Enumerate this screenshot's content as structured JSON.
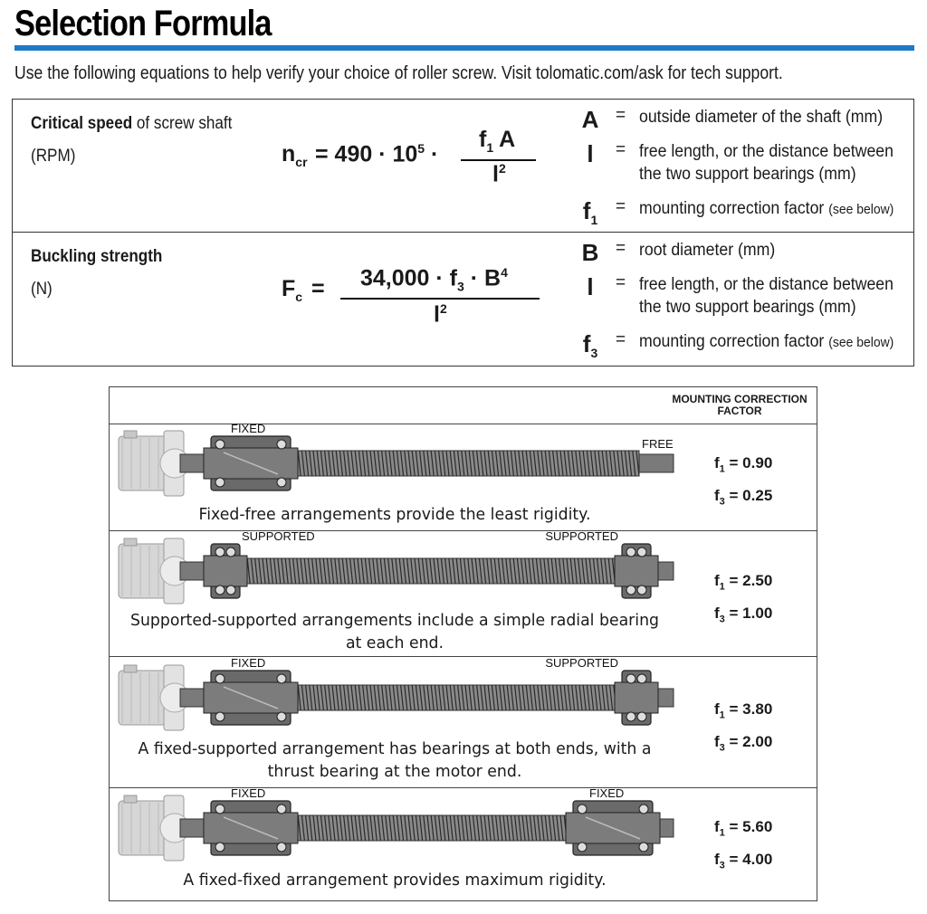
{
  "header": {
    "title": "Selection Formula",
    "intro": "Use the following equations to help verify your choice of roller screw. Visit tolomatic.com/ask for tech support."
  },
  "colors": {
    "accent_bar": "#1d7ac9",
    "shaft": "#555555",
    "motor": "#cccccc"
  },
  "formulas": [
    {
      "name_bold": "Critical speed",
      "name_rest": " of screw shaft",
      "unit": "(RPM)",
      "lhs": "n",
      "lhs_sub": "cr",
      "rhs_prefix": "= 490 · 10",
      "rhs_prefix_sup": "5",
      "rhs_dot": "·",
      "numerator_f": "f",
      "numerator_f_sub": "1",
      "numerator_rest": "A",
      "denominator": "l",
      "denominator_sup": "2",
      "definitions": [
        {
          "symbol": "A",
          "symbol_sub": "",
          "text": "outside diameter of the shaft (mm)",
          "note": ""
        },
        {
          "symbol": "l",
          "symbol_sub": "",
          "text": "free length, or the distance between the two support bearings (mm)",
          "note": ""
        },
        {
          "symbol": "f",
          "symbol_sub": "1",
          "text": "mounting correction factor",
          "note": "(see below)"
        }
      ]
    },
    {
      "name_bold": "Buckling strength",
      "name_rest": "",
      "unit": "(N)",
      "lhs": "F",
      "lhs_sub": "c",
      "rhs_prefix": "=",
      "numerator_a": "34,000 · f",
      "numerator_a_sub": "3",
      "numerator_b": "· B",
      "numerator_b_sup": "4",
      "denominator": "l",
      "denominator_sup": "2",
      "definitions": [
        {
          "symbol": "B",
          "symbol_sub": "",
          "text": "root diameter (mm)",
          "note": ""
        },
        {
          "symbol": "l",
          "symbol_sub": "",
          "text": "free length, or the distance between the two support bearings (mm)",
          "note": ""
        },
        {
          "symbol": "f",
          "symbol_sub": "3",
          "text": "mounting correction factor",
          "note": "(see below)"
        }
      ]
    }
  ],
  "equals_sign": "=",
  "arrangements_header": "MOUNTING CORRECTION FACTOR",
  "arrangements": [
    {
      "left_tag": "FIXED",
      "right_tag": "FREE",
      "caption": "Fixed-free arrangements provide the least rigidity.",
      "f1_label": "f",
      "f1_sub": "1",
      "f1_value": "= 0.90",
      "f3_label": "f",
      "f3_sub": "3",
      "f3_value": "= 0.25"
    },
    {
      "left_tag": "SUPPORTED",
      "right_tag": "SUPPORTED",
      "caption": "Supported-supported arrangements include a simple radial bearing at each end.",
      "f1_label": "f",
      "f1_sub": "1",
      "f1_value": "= 2.50",
      "f3_label": "f",
      "f3_sub": "3",
      "f3_value": "= 1.00"
    },
    {
      "left_tag": "FIXED",
      "right_tag": "SUPPORTED",
      "caption": "A fixed-supported arrangement has bearings at both ends, with a thrust bearing at the motor end.",
      "f1_label": "f",
      "f1_sub": "1",
      "f1_value": "= 3.80",
      "f3_label": "f",
      "f3_sub": "3",
      "f3_value": "= 2.00"
    },
    {
      "left_tag": "FIXED",
      "right_tag": "FIXED",
      "caption": "A fixed-fixed arrangement provides maximum rigidity.",
      "f1_label": "f",
      "f1_sub": "1",
      "f1_value": "= 5.60",
      "f3_label": "f",
      "f3_sub": "3",
      "f3_value": "= 4.00"
    }
  ]
}
